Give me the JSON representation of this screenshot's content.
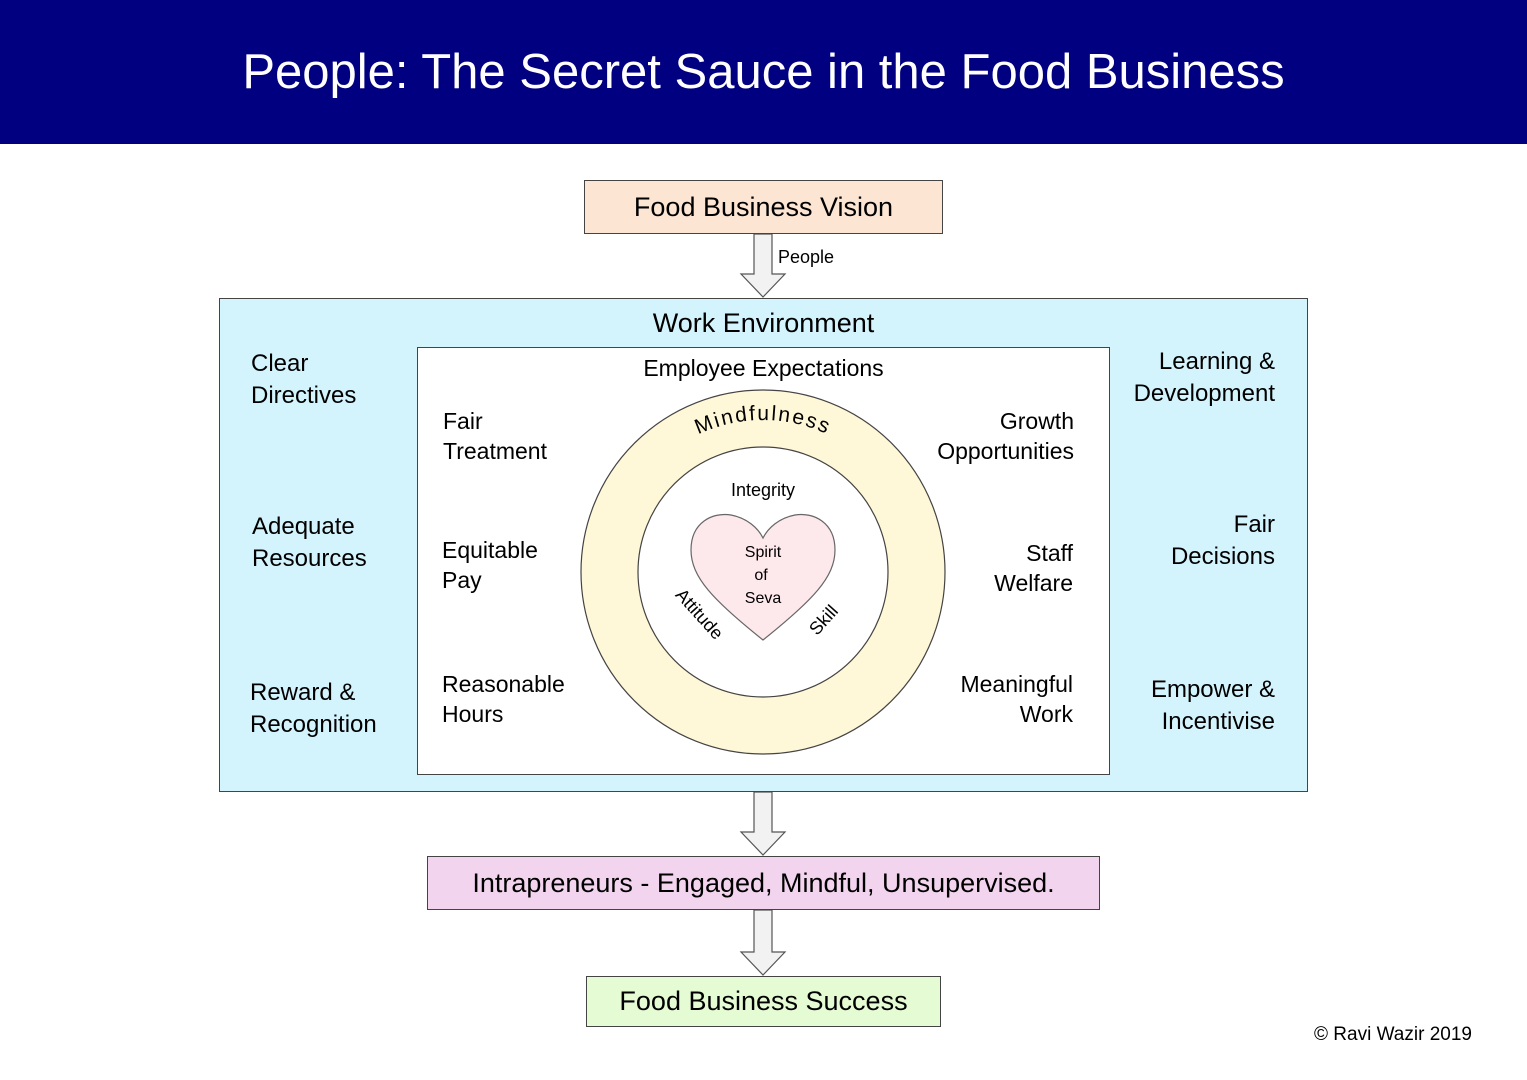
{
  "header": {
    "title": "People: The Secret Sauce in the Food Business"
  },
  "vision": {
    "label": "Food Business Vision"
  },
  "arrow_label": "People",
  "work_environment": {
    "title": "Work Environment",
    "left_items": [
      {
        "line1": "Clear",
        "line2": "Directives"
      },
      {
        "line1": "Adequate",
        "line2": "Resources"
      },
      {
        "line1": "Reward &",
        "line2": "Recognition"
      }
    ],
    "right_items": [
      {
        "line1": "Learning &",
        "line2": "Development"
      },
      {
        "line1": "Fair",
        "line2": "Decisions"
      },
      {
        "line1": "Empower &",
        "line2": "Incentivise"
      }
    ]
  },
  "employee_expectations": {
    "title": "Employee Expectations",
    "left_items": [
      {
        "line1": "Fair",
        "line2": "Treatment"
      },
      {
        "line1": "Equitable",
        "line2": "Pay"
      },
      {
        "line1": "Reasonable",
        "line2": "Hours"
      }
    ],
    "right_items": [
      {
        "line1": "Growth",
        "line2": "Opportunities"
      },
      {
        "line1": "Staff",
        "line2": "Welfare"
      },
      {
        "line1": "Meaningful",
        "line2": "Work"
      }
    ]
  },
  "core": {
    "outer_ring": "Mindfulness",
    "inner_top": "Integrity",
    "inner_left": "Attitude",
    "inner_right": "Skill",
    "heart_line1": "Spirit",
    "heart_line2": "of",
    "heart_line3": "Seva"
  },
  "intrapreneurs": {
    "label": "Intrapreneurs - Engaged, Mindful, Unsupervised."
  },
  "success": {
    "label": "Food Business Success"
  },
  "copyright": "© Ravi Wazir 2019",
  "colors": {
    "header_bg": "#000080",
    "vision_bg": "#fde5d4",
    "work_env_bg": "#d4f4fd",
    "ring_bg": "#fff8d8",
    "heart_bg": "#fde8ec",
    "intrapreneurs_bg": "#f3d4ee",
    "success_bg": "#e4fbd3"
  }
}
